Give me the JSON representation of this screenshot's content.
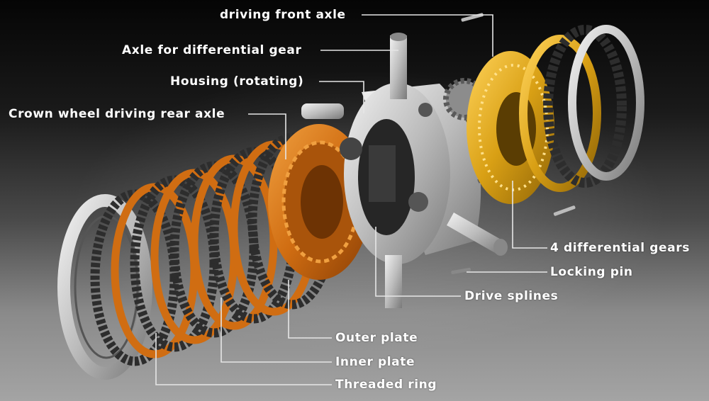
{
  "labels": {
    "driving_front_axle": "driving front axle",
    "axle_for_diff_gear": "Axle for differential gear",
    "housing": "Housing (rotating)",
    "crown_wheel": "Crown wheel driving rear axle",
    "diff_gears": "4 differential gears",
    "locking_pin": "Locking pin",
    "drive_splines": "Drive splines",
    "outer_plate": "Outer plate",
    "inner_plate": "Inner plate",
    "threaded_ring": "Threaded ring"
  },
  "colors": {
    "copper": "#d06d12",
    "gold": "#d9a015",
    "steel": "#bdbdbd",
    "dark_plate": "#2d2d2d",
    "leader_line": "#e6e6e6"
  }
}
